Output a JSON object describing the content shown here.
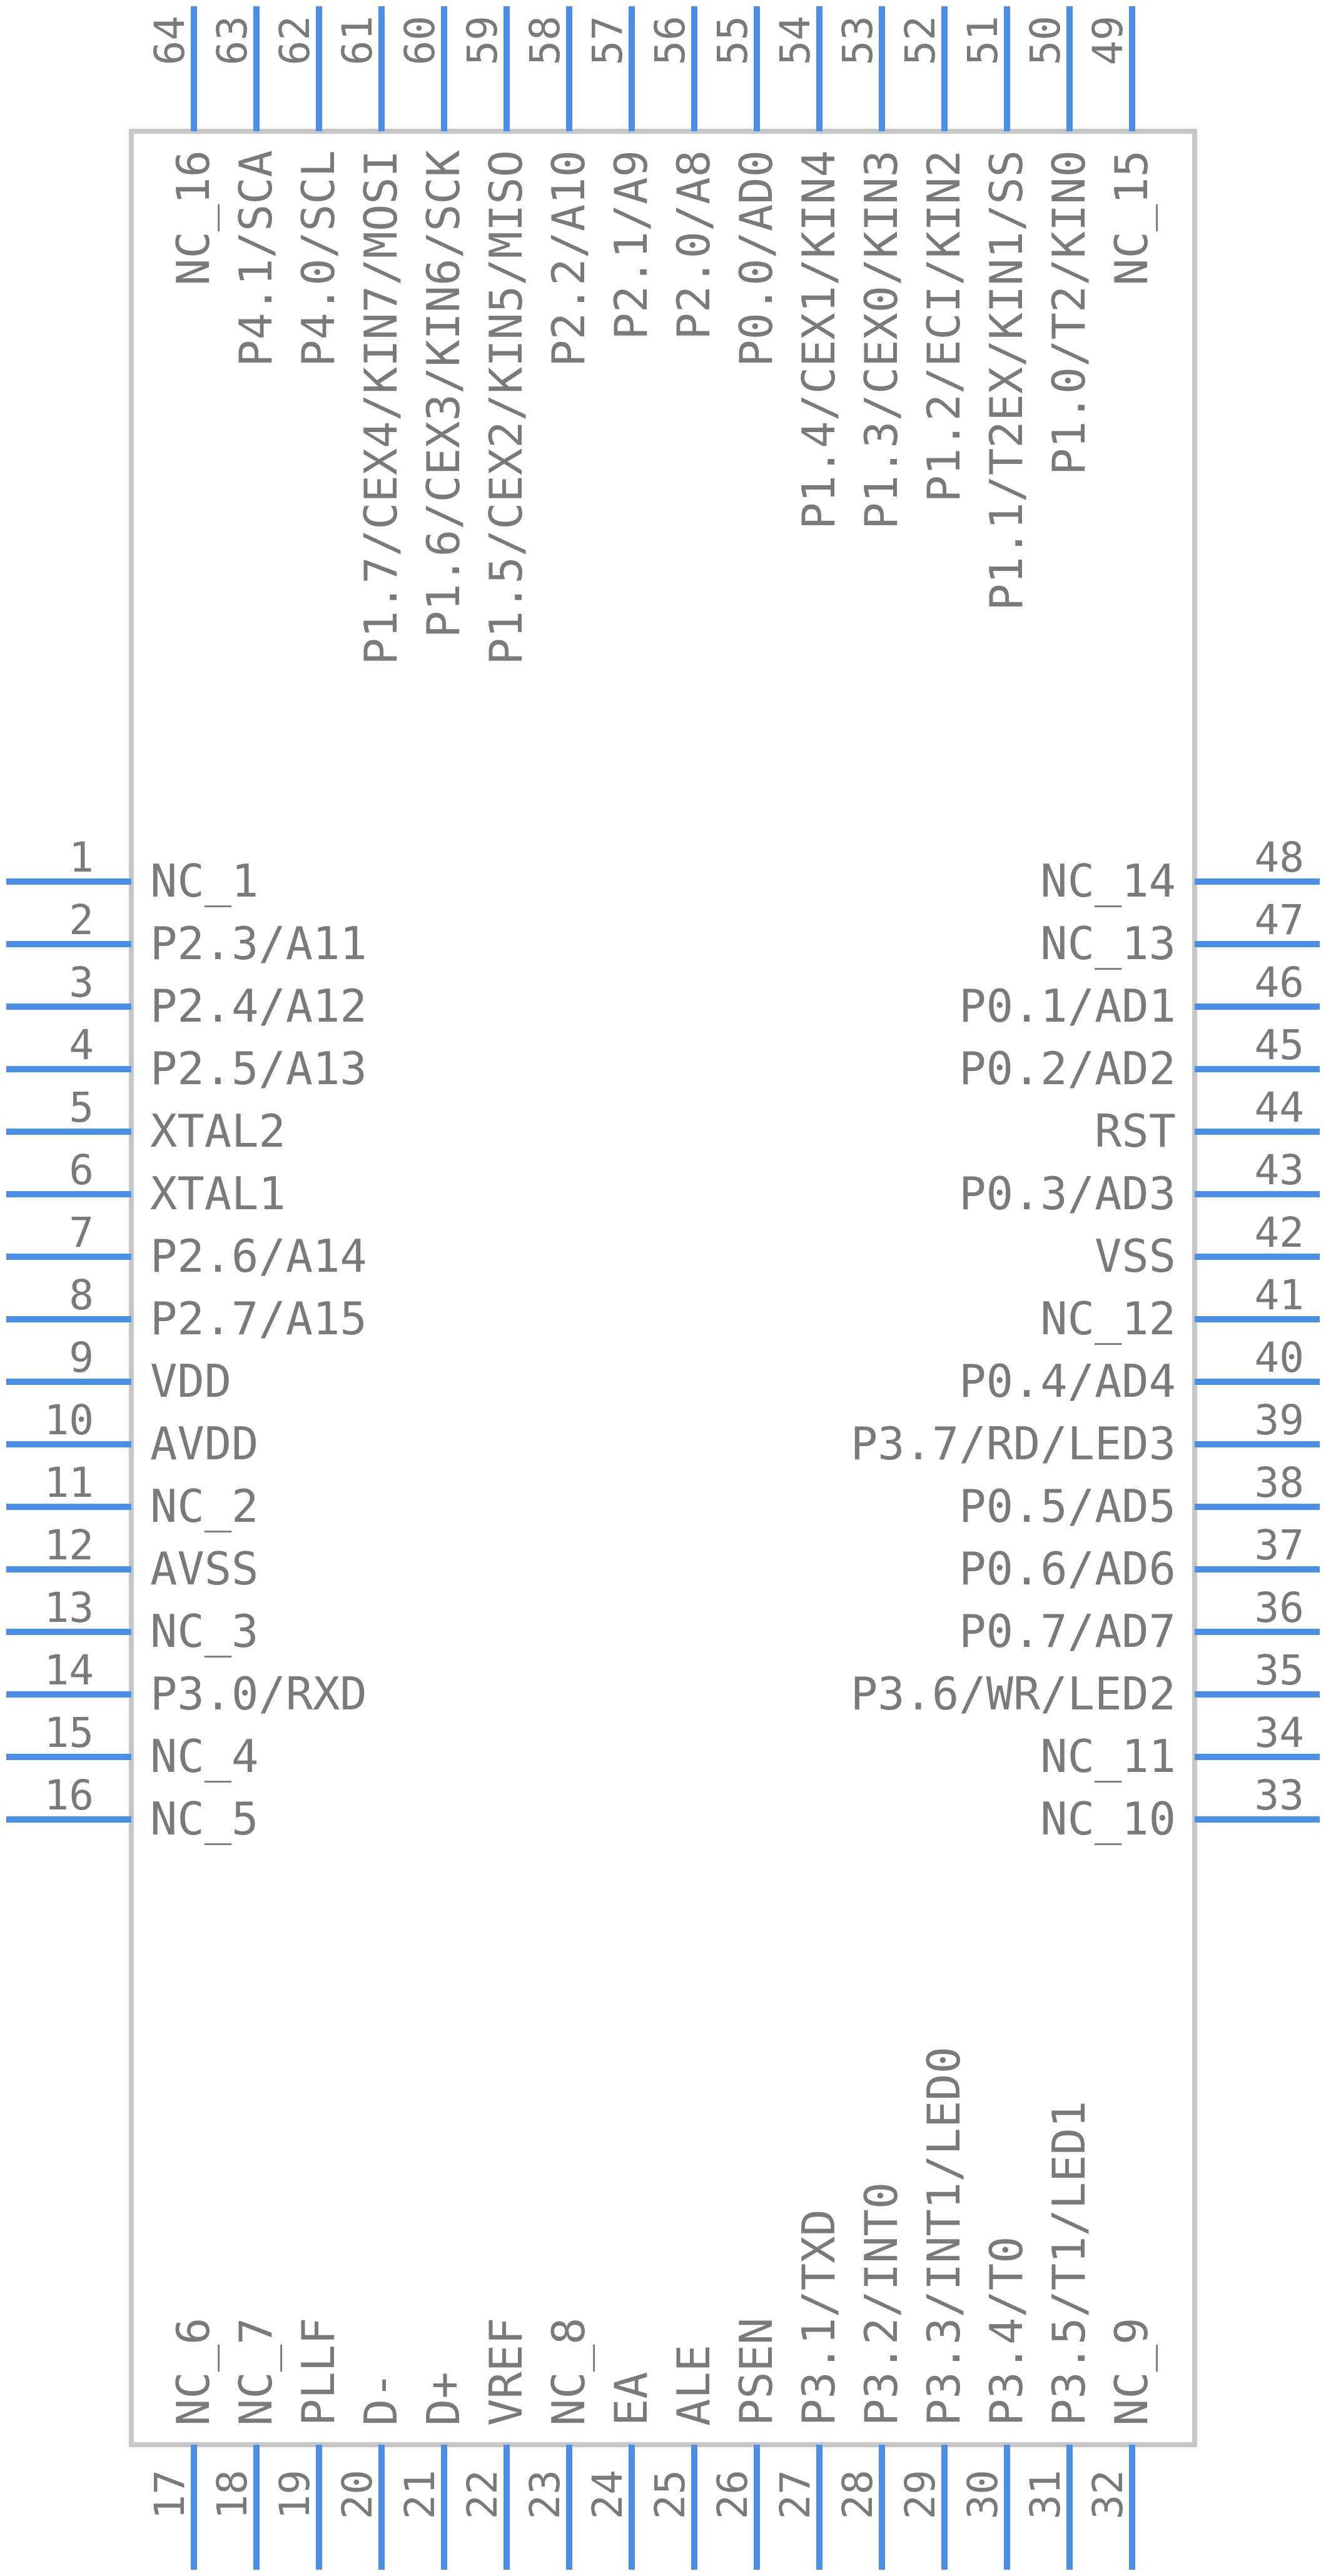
{
  "component": {
    "body_color": "#c8c8c8",
    "pin_color": "#4a8ee8",
    "text_color": "#7a7a7a",
    "left_pins": [
      {
        "num": "1",
        "label": "NC_1"
      },
      {
        "num": "2",
        "label": "P2.3/A11"
      },
      {
        "num": "3",
        "label": "P2.4/A12"
      },
      {
        "num": "4",
        "label": "P2.5/A13"
      },
      {
        "num": "5",
        "label": "XTAL2"
      },
      {
        "num": "6",
        "label": "XTAL1"
      },
      {
        "num": "7",
        "label": "P2.6/A14"
      },
      {
        "num": "8",
        "label": "P2.7/A15"
      },
      {
        "num": "9",
        "label": "VDD"
      },
      {
        "num": "10",
        "label": "AVDD"
      },
      {
        "num": "11",
        "label": "NC_2"
      },
      {
        "num": "12",
        "label": "AVSS"
      },
      {
        "num": "13",
        "label": "NC_3"
      },
      {
        "num": "14",
        "label": "P3.0/RXD"
      },
      {
        "num": "15",
        "label": "NC_4"
      },
      {
        "num": "16",
        "label": "NC_5"
      }
    ],
    "right_pins": [
      {
        "num": "48",
        "label": "NC_14"
      },
      {
        "num": "47",
        "label": "NC_13"
      },
      {
        "num": "46",
        "label": "P0.1/AD1"
      },
      {
        "num": "45",
        "label": "P0.2/AD2"
      },
      {
        "num": "44",
        "label": "RST"
      },
      {
        "num": "43",
        "label": "P0.3/AD3"
      },
      {
        "num": "42",
        "label": "VSS"
      },
      {
        "num": "41",
        "label": "NC_12"
      },
      {
        "num": "40",
        "label": "P0.4/AD4"
      },
      {
        "num": "39",
        "label": "P3.7/RD/LED3"
      },
      {
        "num": "38",
        "label": "P0.5/AD5"
      },
      {
        "num": "37",
        "label": "P0.6/AD6"
      },
      {
        "num": "36",
        "label": "P0.7/AD7"
      },
      {
        "num": "35",
        "label": "P3.6/WR/LED2"
      },
      {
        "num": "34",
        "label": "NC_11"
      },
      {
        "num": "33",
        "label": "NC_10"
      }
    ],
    "bottom_pins": [
      {
        "num": "17",
        "label": "NC_6"
      },
      {
        "num": "18",
        "label": "NC_7"
      },
      {
        "num": "19",
        "label": "PLLF"
      },
      {
        "num": "20",
        "label": "D-"
      },
      {
        "num": "21",
        "label": "D+"
      },
      {
        "num": "22",
        "label": "VREF"
      },
      {
        "num": "23",
        "label": "NC_8"
      },
      {
        "num": "24",
        "label": "EA"
      },
      {
        "num": "25",
        "label": "ALE"
      },
      {
        "num": "26",
        "label": "PSEN"
      },
      {
        "num": "27",
        "label": "P3.1/TXD"
      },
      {
        "num": "28",
        "label": "P3.2/INT0"
      },
      {
        "num": "29",
        "label": "P3.3/INT1/LED0"
      },
      {
        "num": "30",
        "label": "P3.4/T0"
      },
      {
        "num": "31",
        "label": "P3.5/T1/LED1"
      },
      {
        "num": "32",
        "label": "NC_9"
      }
    ],
    "top_pins": [
      {
        "num": "64",
        "label": "NC_16"
      },
      {
        "num": "63",
        "label": "P4.1/SCA"
      },
      {
        "num": "62",
        "label": "P4.0/SCL"
      },
      {
        "num": "61",
        "label": "P1.7/CEX4/KIN7/MOSI"
      },
      {
        "num": "60",
        "label": "P1.6/CEX3/KIN6/SCK"
      },
      {
        "num": "59",
        "label": "P1.5/CEX2/KIN5/MISO"
      },
      {
        "num": "58",
        "label": "P2.2/A10"
      },
      {
        "num": "57",
        "label": "P2.1/A9"
      },
      {
        "num": "56",
        "label": "P2.0/A8"
      },
      {
        "num": "55",
        "label": "P0.0/AD0"
      },
      {
        "num": "54",
        "label": "P1.4/CEX1/KIN4"
      },
      {
        "num": "53",
        "label": "P1.3/CEX0/KIN3"
      },
      {
        "num": "52",
        "label": "P1.2/ECI/KIN2"
      },
      {
        "num": "51",
        "label": "P1.1/T2EX/KIN1/SS"
      },
      {
        "num": "50",
        "label": "P1.0/T2/KIN0"
      },
      {
        "num": "49",
        "label": "NC_15"
      }
    ]
  }
}
